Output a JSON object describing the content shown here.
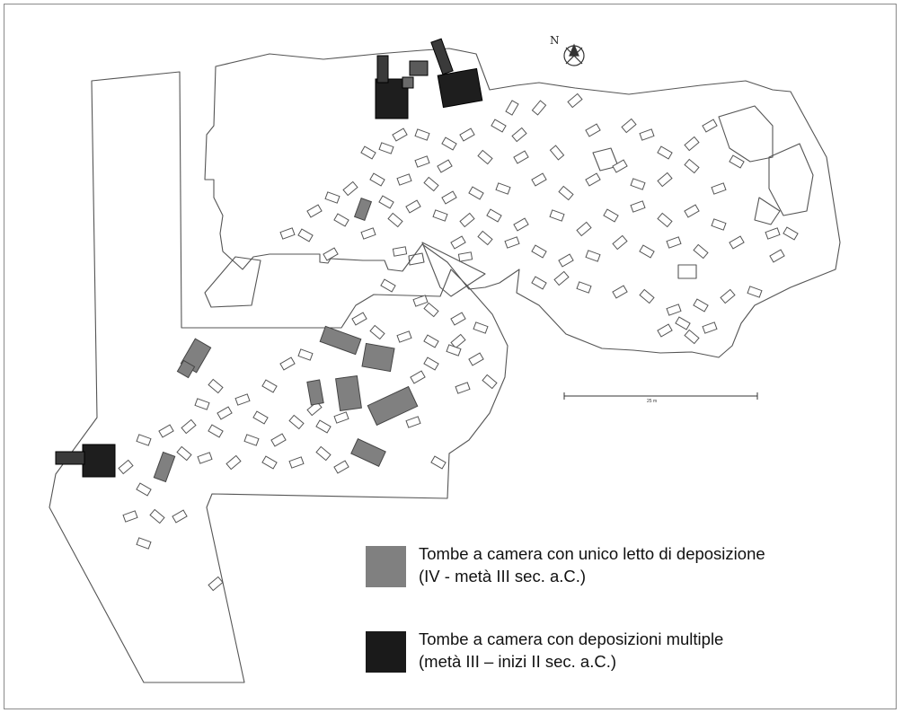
{
  "map": {
    "north_label": "N",
    "scale_label": "25 m",
    "colors": {
      "background": "#ffffff",
      "outline": "#555555",
      "single_deposition": "#808080",
      "multiple_deposition": "#1a1a1a"
    }
  },
  "legend": [
    {
      "line1": "Tombe a camera con unico letto di deposizione",
      "line2": "(IV - metà III sec. a.C.)",
      "color": "#808080"
    },
    {
      "line1": "Tombe a camera con deposizioni multiple",
      "line2": "(metà III – inizi II sec. a.C.)",
      "color": "#1a1a1a"
    }
  ]
}
